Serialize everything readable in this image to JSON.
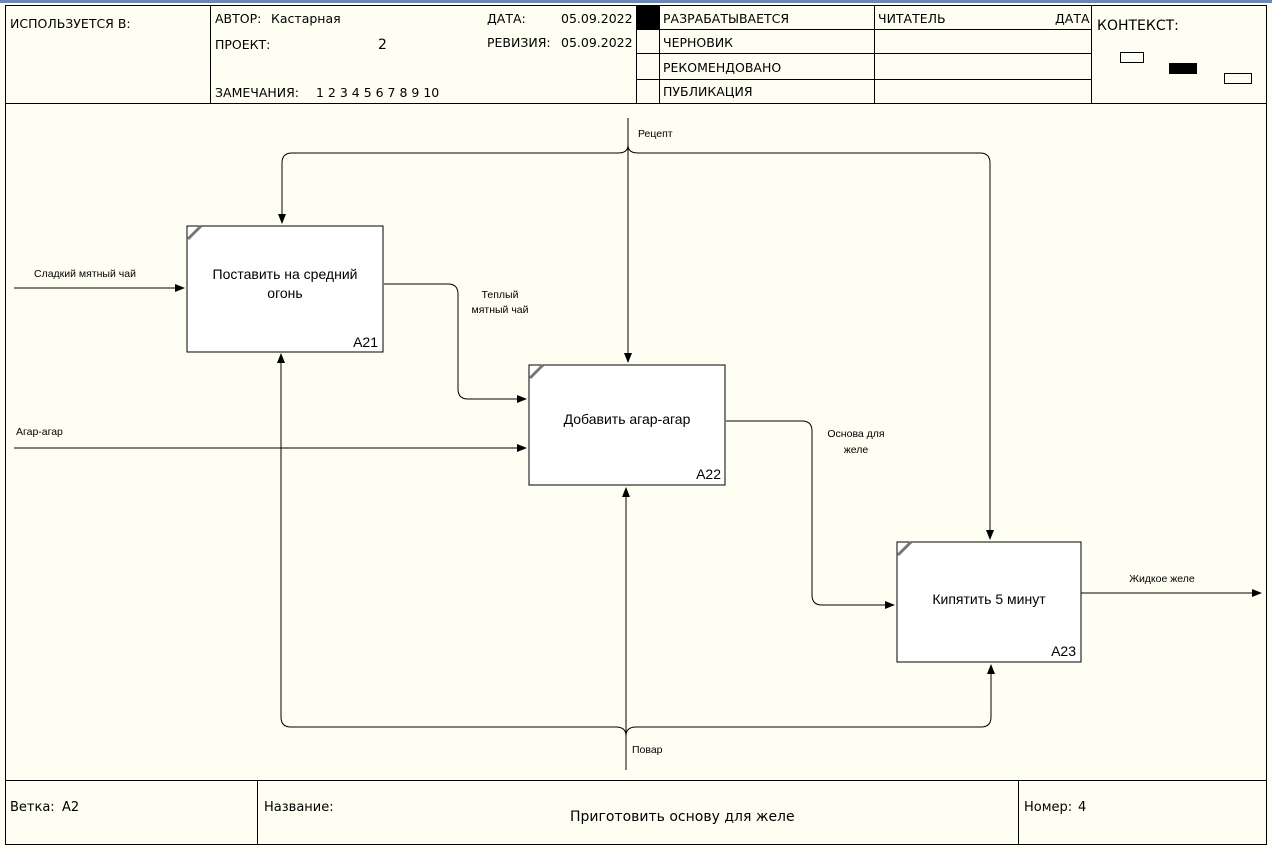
{
  "header": {
    "used_in_label": "ИСПОЛЬЗУЕТСЯ В:",
    "author_label": "АВТОР:",
    "author_value": "Кастарная",
    "project_label": "ПРОЕКТ:",
    "project_value": "2",
    "notes_label": "ЗАМЕЧАНИЯ:",
    "notes_values": "1 2 3 4 5 6 7 8 9 10",
    "date_label": "ДАТА:",
    "date_value": "05.09.2022",
    "revision_label": "РЕВИЗИЯ:",
    "revision_value": "05.09.2022",
    "status_working": "РАЗРАБАТЫВАЕТСЯ",
    "status_draft": "ЧЕРНОВИК",
    "status_recommended": "РЕКОМЕНДОВАНО",
    "status_publication": "ПУБЛИКАЦИЯ",
    "reader_label": "ЧИТАТЕЛЬ",
    "reader_date_label": "ДАТА",
    "context_label": "КОНТЕКСТ:"
  },
  "diagram": {
    "boxes": [
      {
        "title": "Поставить на средний огонь",
        "title_line1": "Поставить на средний",
        "title_line2": "огонь",
        "code": "A21"
      },
      {
        "title": "Добавить агар-агар",
        "code": "A22"
      },
      {
        "title": "Кипятить 5 минут",
        "code": "A23"
      }
    ],
    "arrows": {
      "control": "Рецепт",
      "mechanism": "Повар",
      "input1": "Сладкий мятный чай",
      "input2": "Агар-агар",
      "mid1_line1": "Теплый",
      "mid1_line2": "мятный чай",
      "mid2_line1": "Основа для",
      "mid2_line2": "желе",
      "output": "Жидкое желе"
    }
  },
  "footer": {
    "node_label": "Ветка:",
    "node_value": "A2",
    "title_label": "Название:",
    "title_value": "Приготовить основу для желе",
    "number_label": "Номер:",
    "number_value": "4"
  },
  "colors": {
    "background": "#fffef2",
    "line": "#000000",
    "accent_bar": "#6a88b2",
    "corner_mark": "#777777"
  }
}
